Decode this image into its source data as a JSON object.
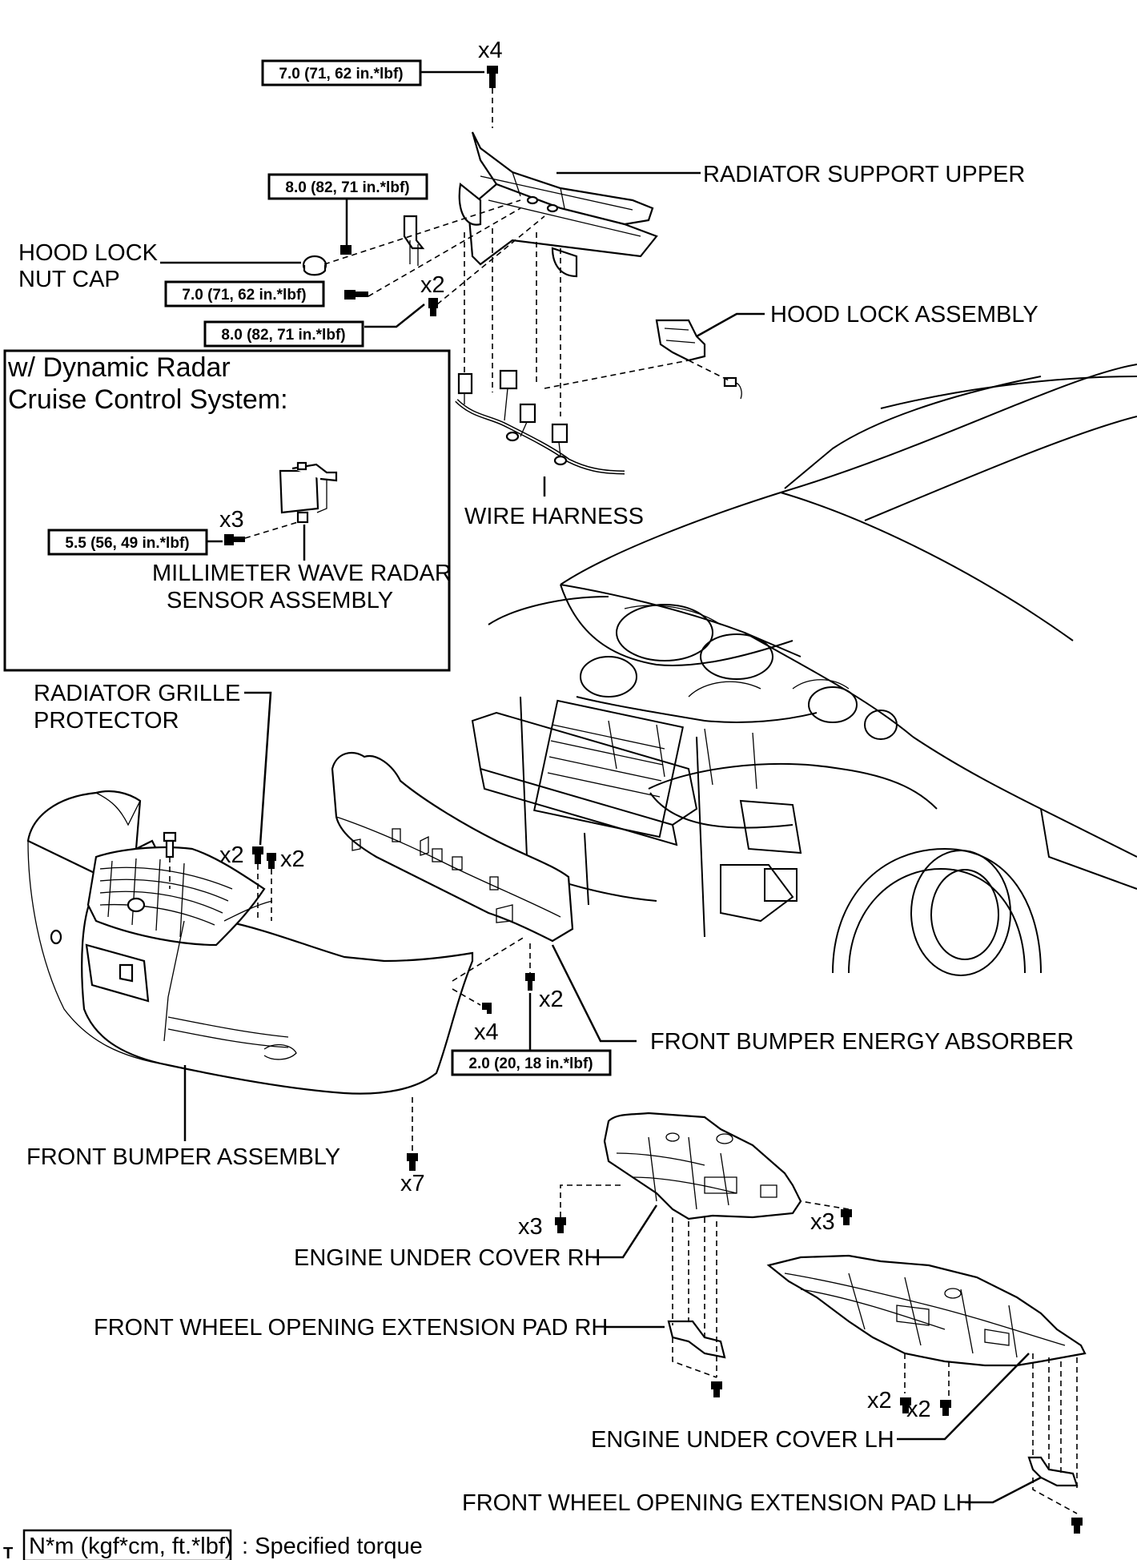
{
  "torques": {
    "t1": "7.0 (71, 62 in.*lbf)",
    "t2": "8.0 (82, 71 in.*lbf)",
    "t3": "7.0 (71, 62 in.*lbf)",
    "t4": "8.0 (82, 71 in.*lbf)",
    "t5": "5.5 (56, 49 in.*lbf)",
    "t6": "2.0 (20, 18 in.*lbf)"
  },
  "labels": {
    "radiator_support_upper": "RADIATOR SUPPORT UPPER",
    "hood_lock_nut_cap_1": "HOOD LOCK",
    "hood_lock_nut_cap_2": "NUT CAP",
    "hood_lock_assembly": "HOOD LOCK ASSEMBLY",
    "wire_harness": "WIRE HARNESS",
    "inset_title_1": "w/ Dynamic Radar",
    "inset_title_2": "Cruise Control System:",
    "radar_sensor_1": "MILLIMETER WAVE RADAR",
    "radar_sensor_2": "SENSOR ASSEMBLY",
    "grille_protector_1": "RADIATOR GRILLE",
    "grille_protector_2": "PROTECTOR",
    "front_bumper_energy_absorber": "FRONT BUMPER ENERGY ABSORBER",
    "front_bumper_assembly": "FRONT BUMPER ASSEMBLY",
    "engine_under_cover_rh": "ENGINE UNDER COVER RH",
    "front_wheel_pad_rh": "FRONT WHEEL OPENING EXTENSION PAD RH",
    "engine_under_cover_lh": "ENGINE UNDER COVER LH",
    "front_wheel_pad_lh": "FRONT WHEEL OPENING EXTENSION PAD LH"
  },
  "counts": {
    "c_top_x4": "x4",
    "c_x2_support": "x2",
    "c_x3_radar": "x3",
    "c_x2_grille_l": "x2",
    "c_x2_grille_r": "x2",
    "c_x2_absorber": "x2",
    "c_x4_absorber": "x4",
    "c_x7": "x7",
    "c_x3_rh_l": "x3",
    "c_x3_rh_r": "x3",
    "c_x2_lh_a": "x2",
    "c_x2_lh_b": "x2"
  },
  "legend": {
    "unit": "N*m (kgf*cm, ft.*lbf)",
    "text": ": Specified torque"
  },
  "footer_mark": "T"
}
